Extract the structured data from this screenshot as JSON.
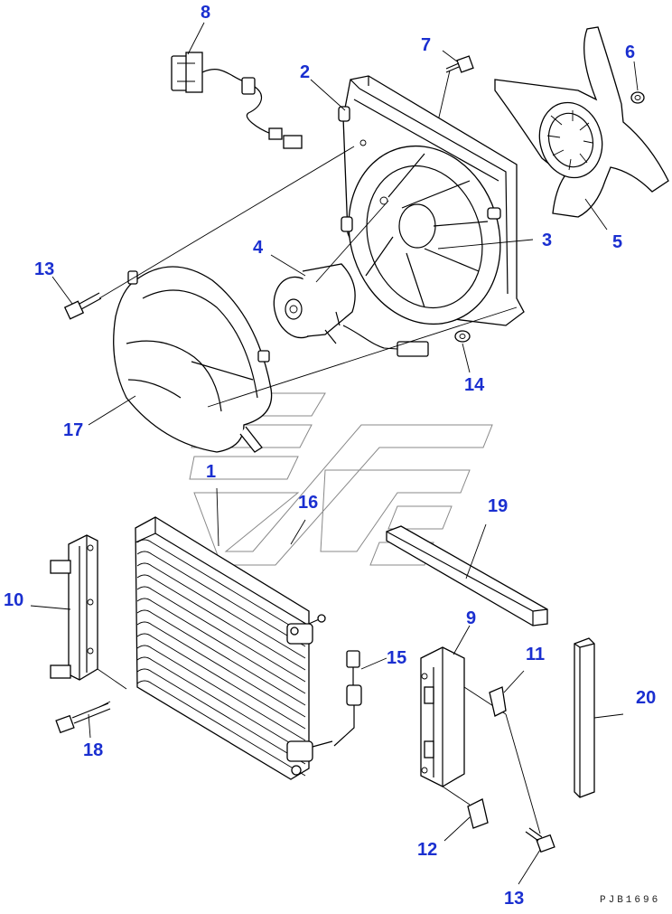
{
  "diagram": {
    "drawing_code": "PJB1696",
    "callouts": [
      {
        "id": "c1",
        "label": "1"
      },
      {
        "id": "c2",
        "label": "2"
      },
      {
        "id": "c3",
        "label": "3"
      },
      {
        "id": "c4",
        "label": "4"
      },
      {
        "id": "c5",
        "label": "5"
      },
      {
        "id": "c6",
        "label": "6"
      },
      {
        "id": "c7",
        "label": "7"
      },
      {
        "id": "c8",
        "label": "8"
      },
      {
        "id": "c9",
        "label": "9"
      },
      {
        "id": "c10",
        "label": "10"
      },
      {
        "id": "c11",
        "label": "11"
      },
      {
        "id": "c12",
        "label": "12"
      },
      {
        "id": "c13a",
        "label": "13"
      },
      {
        "id": "c13b",
        "label": "13"
      },
      {
        "id": "c14",
        "label": "14"
      },
      {
        "id": "c15",
        "label": "15"
      },
      {
        "id": "c16",
        "label": "16"
      },
      {
        "id": "c17",
        "label": "17"
      },
      {
        "id": "c18",
        "label": "18"
      },
      {
        "id": "c19",
        "label": "19"
      },
      {
        "id": "c20",
        "label": "20"
      }
    ],
    "colors": {
      "callout": "#1a2fd0",
      "line": "#000000"
    }
  }
}
